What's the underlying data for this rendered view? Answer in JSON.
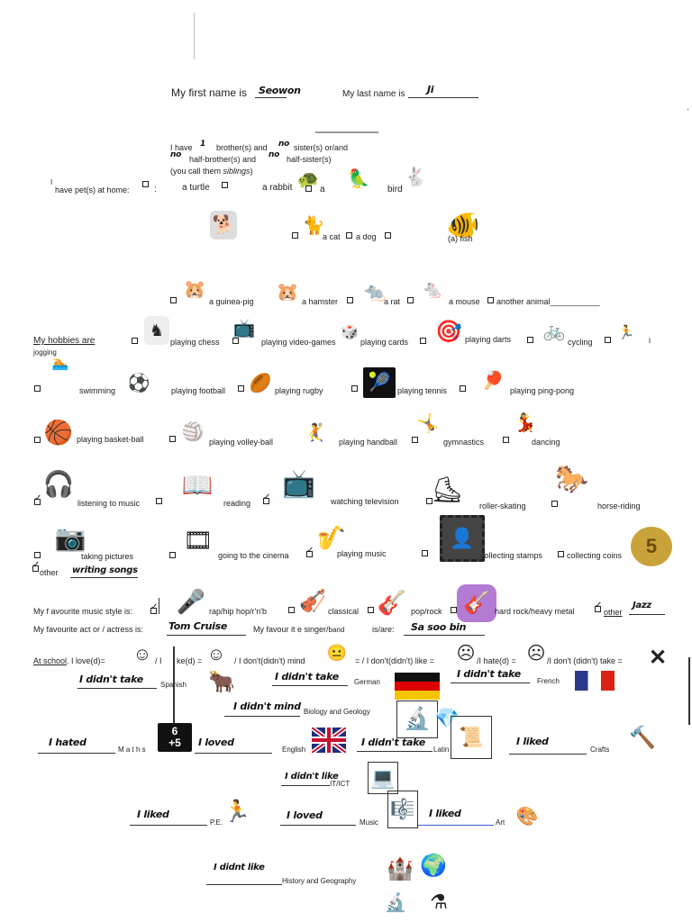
{
  "header": {
    "first_name_label": "My first name is",
    "first_name_value": "Seowon",
    "last_name_label": "My last name is",
    "last_name_value": "Ji"
  },
  "siblings": {
    "have": "I have",
    "brothers_val": "1",
    "brothers_label": "brother(s) and",
    "sisters_val": "no",
    "sisters_label": "sister(s) or/and",
    "half_bro_val": "no",
    "half_bro_label": "half-brother(s) and",
    "half_sis_val": "no",
    "half_sis_label": "half-sister(s)",
    "note_prefix": "(you call them",
    "note_word": "siblings",
    "note_suffix": ")"
  },
  "pets": {
    "intro": "have pet(s) at home:",
    "colon": ":",
    "turtle": "a turtle",
    "rabbit": "a rabbit",
    "a": "a",
    "bird": "bird",
    "cat": "a cat",
    "dog": "a dog",
    "fish": "(a) fish",
    "guinea_pig": "a  guinea-pig",
    "hamster": "a hamster",
    "rat": "a rat",
    "mouse": "a mouse",
    "another": "another animal___________"
  },
  "hobbies": {
    "title": "My  hobbies  are",
    "jogging": "jogging",
    "jog_i": "i",
    "chess": "playing chess",
    "video_games": "playing video-games",
    "cards": "playing cards",
    "darts": "playing darts",
    "cycling": "cycling",
    "swimming": "swimming",
    "football": "playing football",
    "rugby": "playing rugby",
    "tennis": "playing tennis",
    "ping_pong": "playing ping-pong",
    "basketball": "playing basket-ball",
    "volleyball": "playing volley-ball",
    "handball": "playing handball",
    "gymnastics": "gymnastics",
    "dancing": "dancing",
    "music": "listening to music",
    "reading": "reading",
    "tv": "watching television",
    "roller": "roller-skating",
    "horse": "horse-riding",
    "pictures": "taking pictures",
    "cinema": "going to the cinema",
    "playing_music": "playing music",
    "stamps": "collecting stamps",
    "coins": "collecting coins",
    "other": "other",
    "other_value": "writing songs"
  },
  "music": {
    "style_label": "My f avourite music style is:",
    "rap": "rap/hip hop/r'n'b",
    "classical": "classical",
    "pop": "pop/rock",
    "hard": "hard rock/heavy metal",
    "other": "other",
    "other_value": "Jazz",
    "actor_label": "My favourite act or / actress is:",
    "actor_value": "Tom  Cruise",
    "singer_label": "My favour it e singer/",
    "band_label": "band",
    "is_are": "is/are:",
    "singer_value": "Sa soo bin"
  },
  "school": {
    "at_school": "At school",
    "legend_1": ".   I  love(d)=",
    "legend_2": "/ I",
    "legend_3": "ke(d) =",
    "legend_4": "/ I   don't(didn't) mind",
    "legend_5": "= / I   don't(didn't) like =",
    "legend_6": "/I  hate(d) =",
    "legend_7": "/I   don't (didn't)  take =",
    "spanish_ans": "I didn't take",
    "spanish": "Spanish",
    "german_ans": "I didn't take",
    "german": "German",
    "french_ans": "I didn't take",
    "french": "French",
    "biology_ans": "I didn't mind",
    "biology": "Biology and Geology",
    "maths_ans": "I hated",
    "maths": "M a t h s",
    "english_ans": "I loved",
    "english": "English",
    "latin_ans": "I didn't take",
    "latin": "Latin",
    "crafts_ans": "I liked",
    "crafts": "Crafts",
    "ict_ans": "I didn't like",
    "ict": "IT/ICT",
    "pe_ans": "I liked",
    "pe": "P.E.",
    "music_ans": "I loved",
    "music": "Music",
    "art_ans": "I liked",
    "art": "Art",
    "history_ans": "I didnt like",
    "history": "History and Geography",
    "maths_card_top": "6",
    "maths_card_bottom": "+5"
  },
  "icons": {
    "turtle": "🐢",
    "parrot": "🦜",
    "rabbit": "🐇",
    "dog": "🐕",
    "cat": "🐈",
    "fish": "🐠",
    "guinea_pig": "🐹",
    "hamster": "🐹",
    "rat": "🐀",
    "mouse": "🐁",
    "chess": "♞",
    "tv": "📺",
    "dice": "🎲",
    "dartboard": "🎯",
    "bicycle": "🚲",
    "runner": "🏃",
    "swimmer": "🏊",
    "football": "⚽",
    "rugby": "🏉",
    "tennis": "🎾",
    "pingpong": "🏓",
    "basketball": "🏀",
    "volleyball": "🏐",
    "handball": "🤾",
    "gymnast": "🤸",
    "dancer": "💃",
    "headphones": "🎧",
    "book": "📖",
    "television": "📺",
    "rollerskate": "⛸",
    "horse": "🐎",
    "camera": "📷",
    "film": "🎞",
    "saxophone": "🎷",
    "stamp": "📮",
    "coin": "🪙",
    "rapper": "🎤",
    "violin": "🎻",
    "guitar": "🎸",
    "rocker": "🎸",
    "smile_big": "☺",
    "smile": "☺",
    "neutral": "😐",
    "sad": "☹",
    "angry": "☹",
    "cross": "✕",
    "bull": "🐂",
    "flag_germany": "",
    "flag_france": "",
    "flag_uk": "",
    "microscope": "🔬",
    "crystal": "💎",
    "reader": "📜",
    "hammer": "🔨",
    "computer": "💻",
    "runner2": "🏃",
    "musician": "🎼",
    "palette": "🎨",
    "castle": "🏰",
    "globe": "🌍",
    "flask": "⚗"
  },
  "colors": {
    "text": "#222222",
    "handwriting": "#111111",
    "divider": "#999999"
  }
}
